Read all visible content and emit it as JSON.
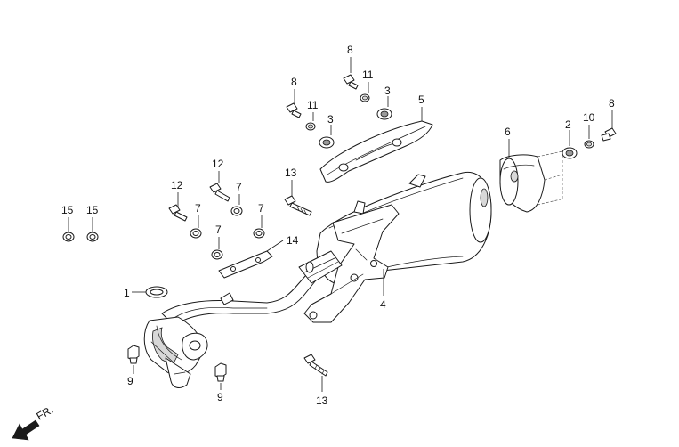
{
  "diagram": {
    "direction_label": "FR.",
    "part_labels": {
      "p1": "1",
      "p2": "2",
      "p3a": "3",
      "p3b": "3",
      "p4": "4",
      "p5": "5",
      "p6": "6",
      "p7a": "7",
      "p7b": "7",
      "p7c": "7",
      "p7d": "7",
      "p8a": "8",
      "p8b": "8",
      "p8c": "8",
      "p9a": "9",
      "p9b": "9",
      "p10": "10",
      "p11a": "11",
      "p11b": "11",
      "p12a": "12",
      "p12b": "12",
      "p13a": "13",
      "p13b": "13",
      "p14": "14",
      "p15a": "15",
      "p15b": "15"
    }
  }
}
